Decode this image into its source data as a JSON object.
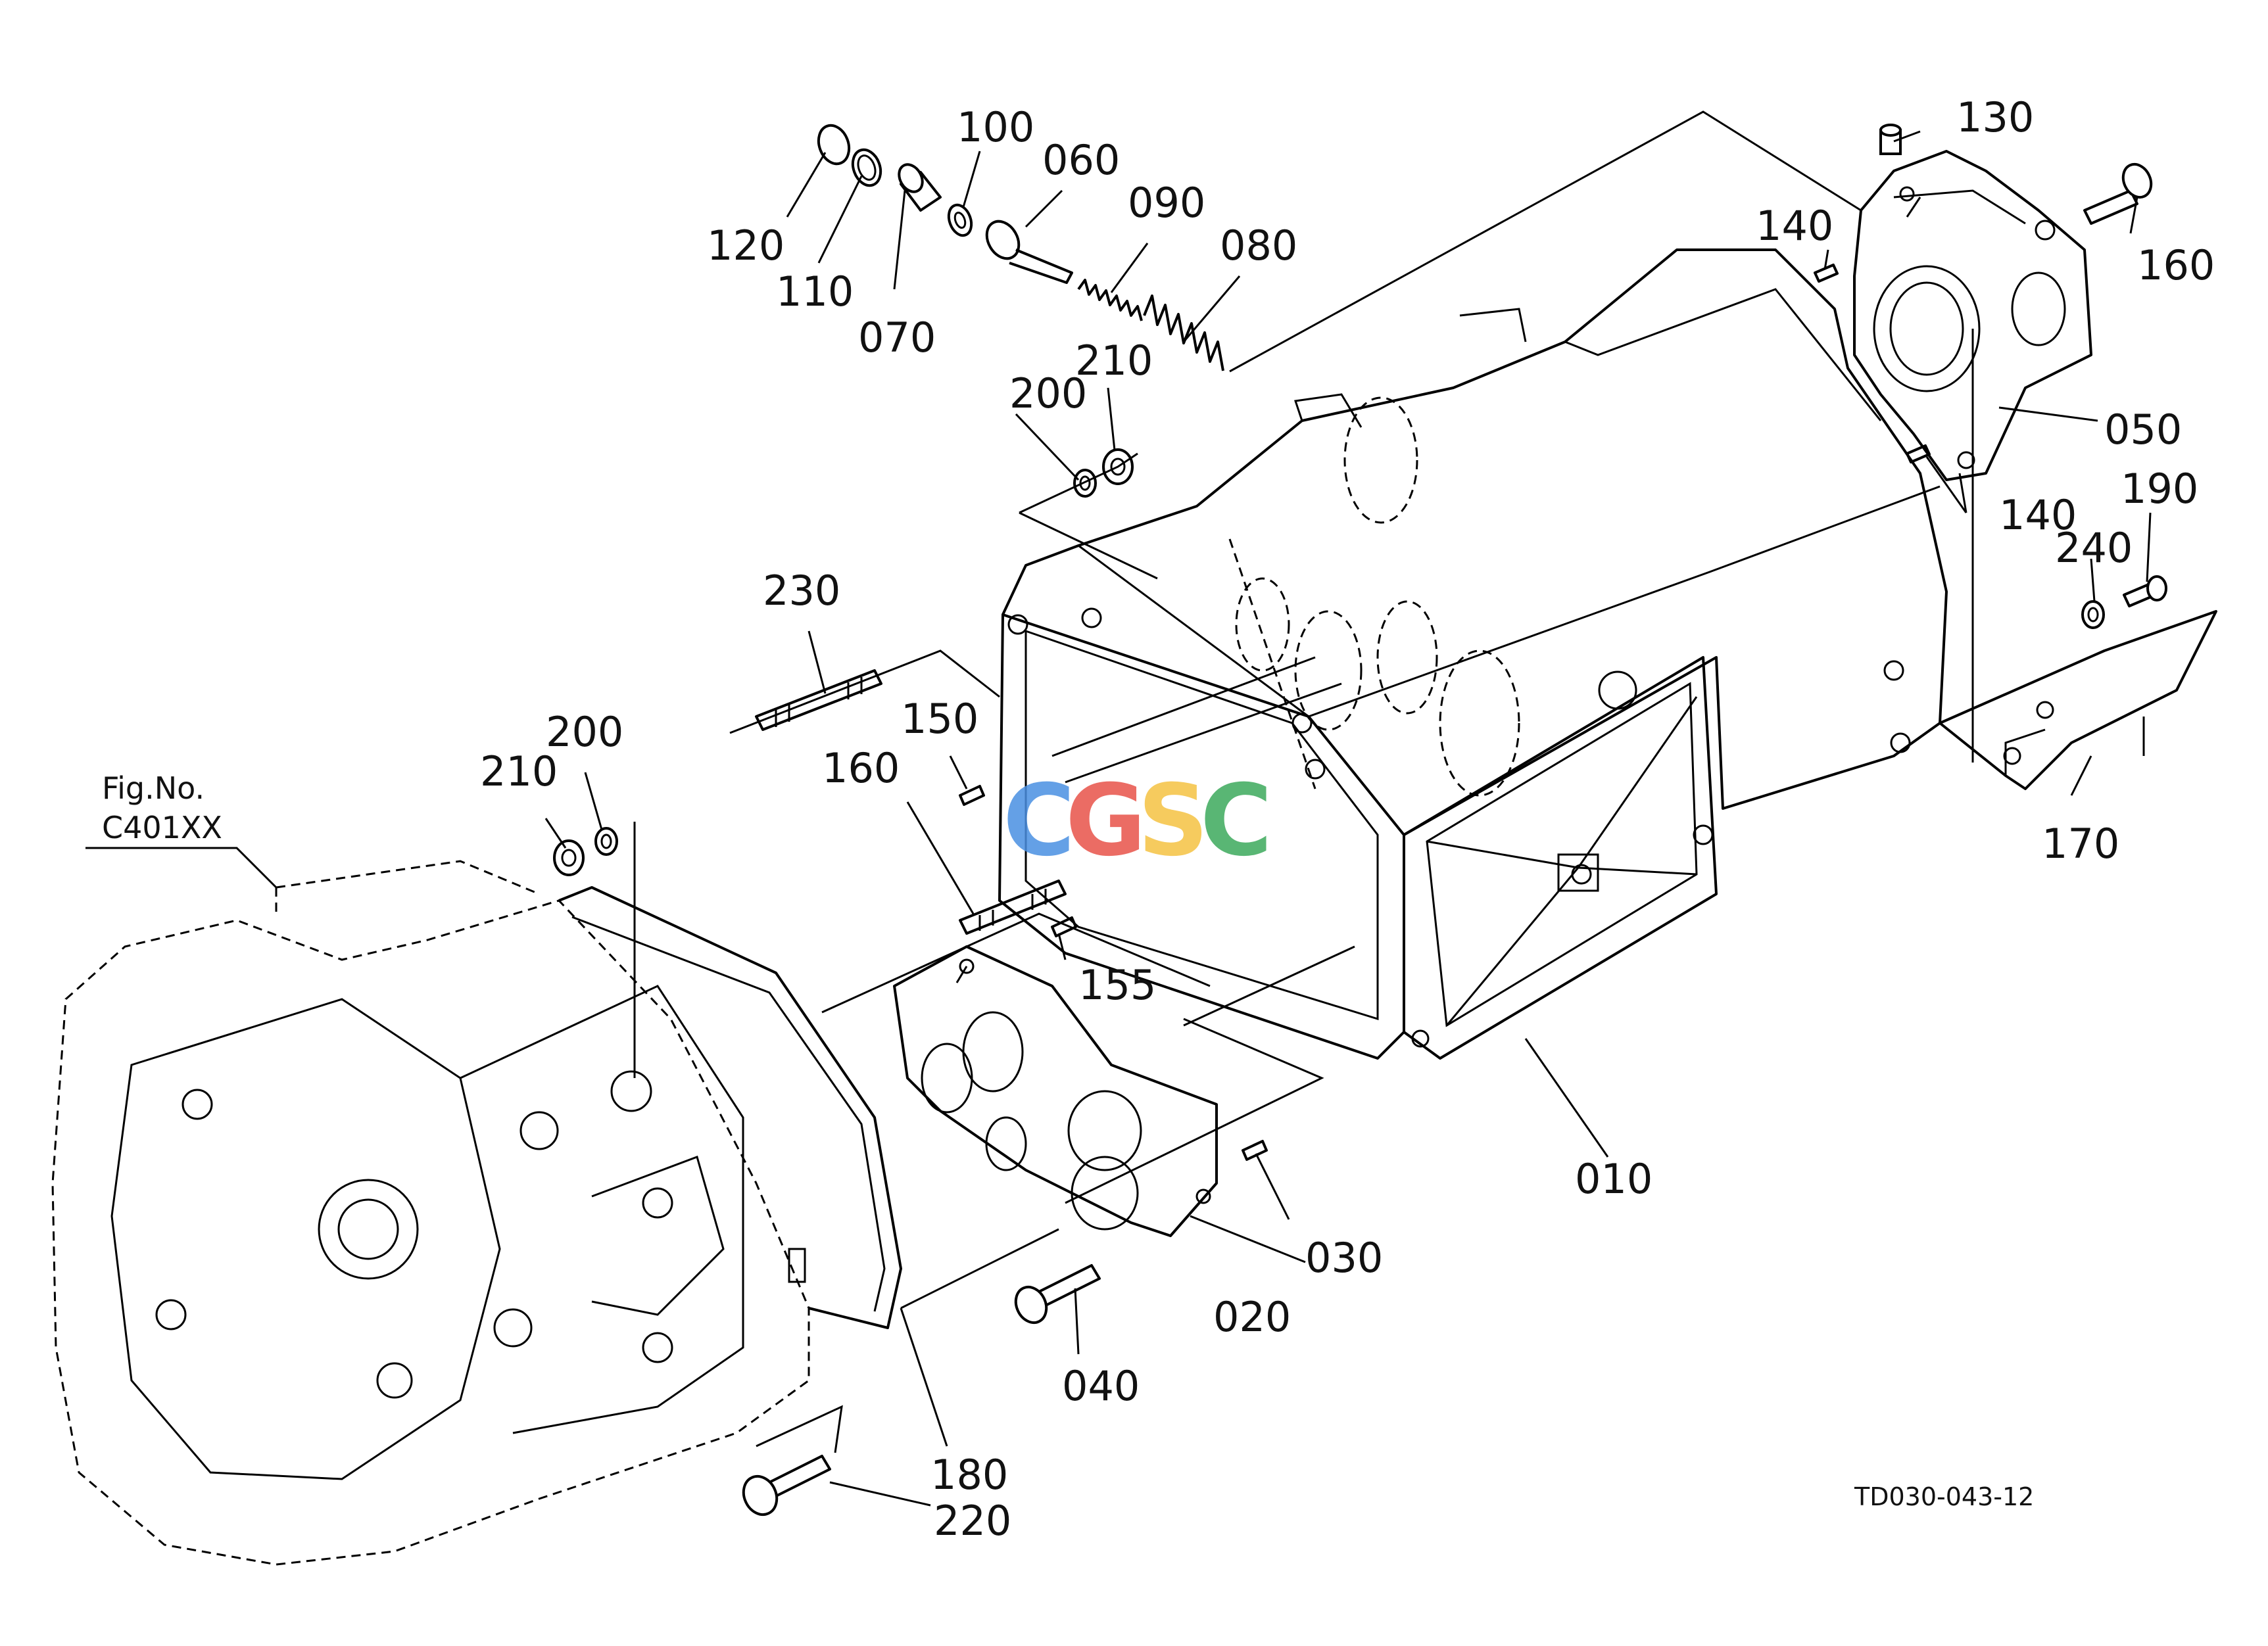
{
  "diagram": {
    "parts": [
      {
        "id": "010",
        "label": "010"
      },
      {
        "id": "020",
        "label": "020"
      },
      {
        "id": "030",
        "label": "030"
      },
      {
        "id": "040",
        "label": "040"
      },
      {
        "id": "050",
        "label": "050"
      },
      {
        "id": "060",
        "label": "060"
      },
      {
        "id": "070",
        "label": "070"
      },
      {
        "id": "080",
        "label": "080"
      },
      {
        "id": "090",
        "label": "090"
      },
      {
        "id": "100",
        "label": "100"
      },
      {
        "id": "110",
        "label": "110"
      },
      {
        "id": "120",
        "label": "120"
      },
      {
        "id": "130",
        "label": "130"
      },
      {
        "id": "140a",
        "label": "140"
      },
      {
        "id": "140b",
        "label": "140"
      },
      {
        "id": "150",
        "label": "150"
      },
      {
        "id": "155",
        "label": "155"
      },
      {
        "id": "160a",
        "label": "160"
      },
      {
        "id": "160b",
        "label": "160"
      },
      {
        "id": "170",
        "label": "170"
      },
      {
        "id": "180",
        "label": "180"
      },
      {
        "id": "190",
        "label": "190"
      },
      {
        "id": "200a",
        "label": "200"
      },
      {
        "id": "200b",
        "label": "200"
      },
      {
        "id": "210a",
        "label": "210"
      },
      {
        "id": "210b",
        "label": "210"
      },
      {
        "id": "220",
        "label": "220"
      },
      {
        "id": "230",
        "label": "230"
      },
      {
        "id": "240",
        "label": "240"
      }
    ],
    "figure_ref": {
      "line1": "Fig.No.",
      "line2": "C401XX"
    },
    "drawing_code": "TD030-043-12",
    "watermark": {
      "letters": [
        "C",
        "G",
        "S",
        "C"
      ],
      "colors": [
        "#4a90e2",
        "#e8534a",
        "#f5c242",
        "#3daa5c"
      ]
    }
  }
}
